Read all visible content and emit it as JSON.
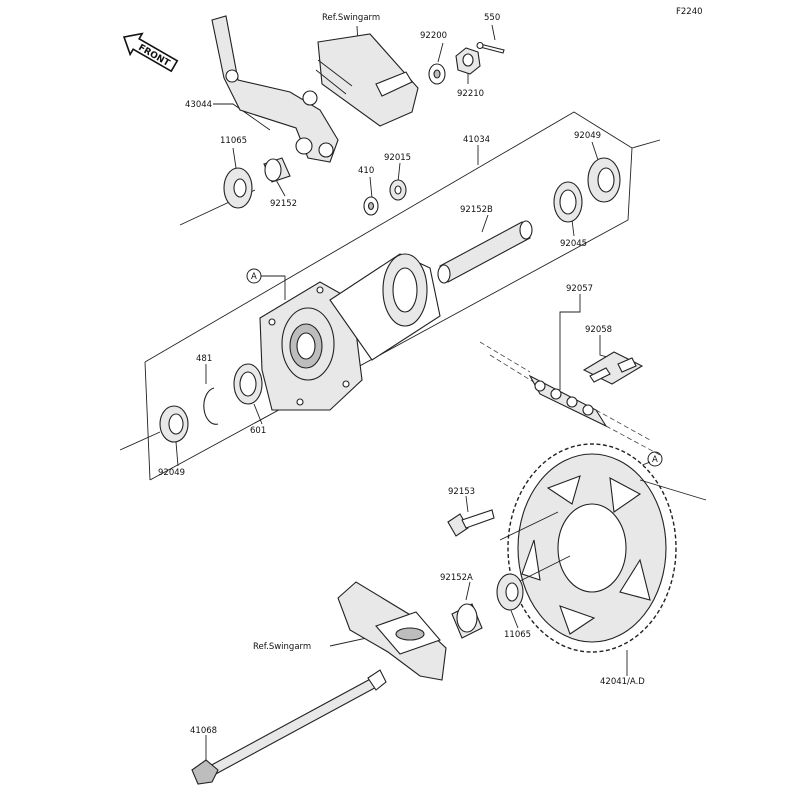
{
  "diagram": {
    "figure_code": "F2240",
    "front_label": "FRONT",
    "ref_marker": "A",
    "labels": {
      "ref_swingarm_top": "Ref.Swingarm",
      "p550": "550",
      "p92200": "92200",
      "p92210": "92210",
      "p43044": "43044",
      "p11065_top": "11065",
      "p92152": "92152",
      "p410": "410",
      "p92015": "92015",
      "p41034": "41034",
      "p92049_top": "92049",
      "p92152B": "92152B",
      "p92045": "92045",
      "p92057": "92057",
      "p92058": "92058",
      "p481": "481",
      "p601": "601",
      "p92049_bottom": "92049",
      "p92153": "92153",
      "p92152A": "92152A",
      "p11065_bottom": "11065",
      "ref_swingarm_bottom": "Ref.Swingarm",
      "p42041": "42041/A.D",
      "p41068": "41068"
    }
  }
}
